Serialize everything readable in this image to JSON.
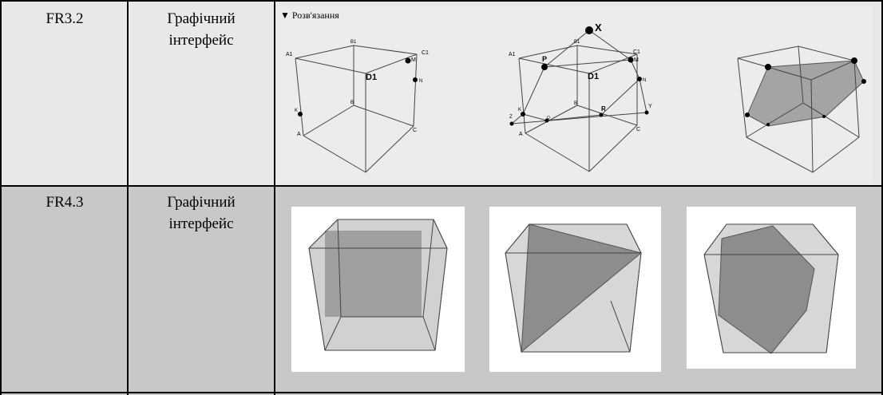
{
  "rows": [
    {
      "id": "FR3.2",
      "description_line1": "Графічний",
      "description_line2": "інтерфейс",
      "toggle_label": "▼ Розв'язання",
      "figure1_labels": {
        "a1": "A1",
        "b1": "B1",
        "c1": "C1",
        "d1": "D1",
        "m": "M",
        "n": "N",
        "k": "K",
        "b": "B",
        "a": "A",
        "c": "C"
      },
      "figure2_labels": {
        "x": "X",
        "a1": "A1",
        "b1": "B1",
        "c1": "C1",
        "p": "P",
        "m": "M",
        "d1": "D1",
        "n": "N",
        "k": "K",
        "b": "B",
        "r": "R",
        "y": "Y",
        "z": "Z",
        "q": "Q",
        "a": "A",
        "c": "C"
      }
    },
    {
      "id": "FR4.3",
      "description_line1": "Графічний",
      "description_line2": "інтерфейс"
    }
  ],
  "colors": {
    "row1_bg": "#e8e8e8",
    "row2_bg": "#c8c8c8",
    "panel_bg": "#ececec",
    "thumb_bg": "#ffffff",
    "shape_fill": "#8c8c8c"
  }
}
